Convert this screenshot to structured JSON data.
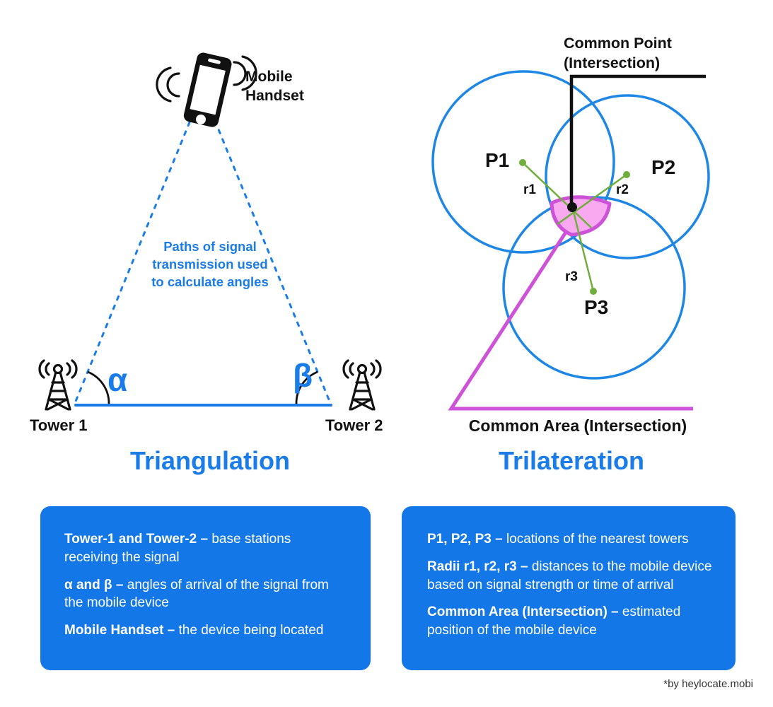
{
  "colors": {
    "blue": "#1a7ce8",
    "circle_blue": "#1e87e5",
    "box_blue": "#1377e8",
    "magenta": "#cd52d8",
    "pink": "#f9a9ef",
    "green": "#6fae3a",
    "ink": "#111111"
  },
  "triangulation": {
    "title": "Triangulation",
    "mobile_handset_label": "Mobile\nHandset",
    "paths_text": "Paths of signal\ntransmission used\nto calculate angles",
    "alpha": "α",
    "beta": "β",
    "tower1_label": "Tower 1",
    "tower2_label": "Tower 2"
  },
  "trilateration": {
    "title": "Trilateration",
    "common_point_label": "Common Point\n(Intersection)",
    "common_area_label": "Common Area (Intersection)",
    "p1": "P1",
    "p2": "P2",
    "p3": "P3",
    "r1": "r1",
    "r2": "r2",
    "r3": "r3"
  },
  "legend_left": {
    "items": [
      {
        "term": "Tower-1 and Tower-2 –",
        "definition": "base stations receiving the signal"
      },
      {
        "term": "α and β –",
        "definition": "angles of arrival of the signal from the mobile device"
      },
      {
        "term": "Mobile Handset –",
        "definition": "the device being located"
      }
    ]
  },
  "legend_right": {
    "items": [
      {
        "term": "P1, P2, P3 –",
        "definition": "locations of the nearest towers"
      },
      {
        "term": "Radii r1, r2, r3 –",
        "definition": "distances to the mobile device based on signal strength or time of arrival"
      },
      {
        "term": "Common Area (Intersection) –",
        "definition": "estimated position of the mobile device"
      }
    ]
  },
  "credit": "*by heylocate.mobi"
}
